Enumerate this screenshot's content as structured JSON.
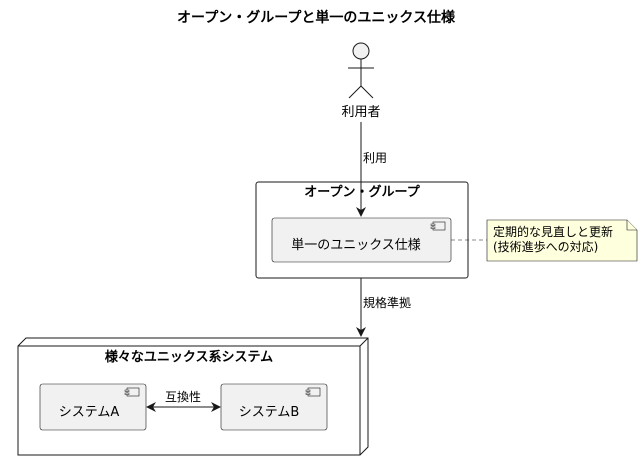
{
  "title": "オープン・グループと単一のユニックス仕様",
  "actor": {
    "label": "利用者"
  },
  "edges": {
    "uses": "利用",
    "conforms": "規格準拠",
    "compat": "互換性"
  },
  "package_open_group": {
    "title": "オープン・グループ",
    "component": "単一のユニックス仕様"
  },
  "note": {
    "line1": "定期的な見直しと更新",
    "line2": "(技術進歩への対応)"
  },
  "node_unix_systems": {
    "title": "様々なユニックス系システム",
    "component_a": "システムA",
    "component_b": "システムB"
  },
  "colors": {
    "component_fill": "#f1f1f1",
    "note_fill": "#feffdd",
    "stroke": "#181818",
    "actor_fill": "#f1f1f1"
  }
}
